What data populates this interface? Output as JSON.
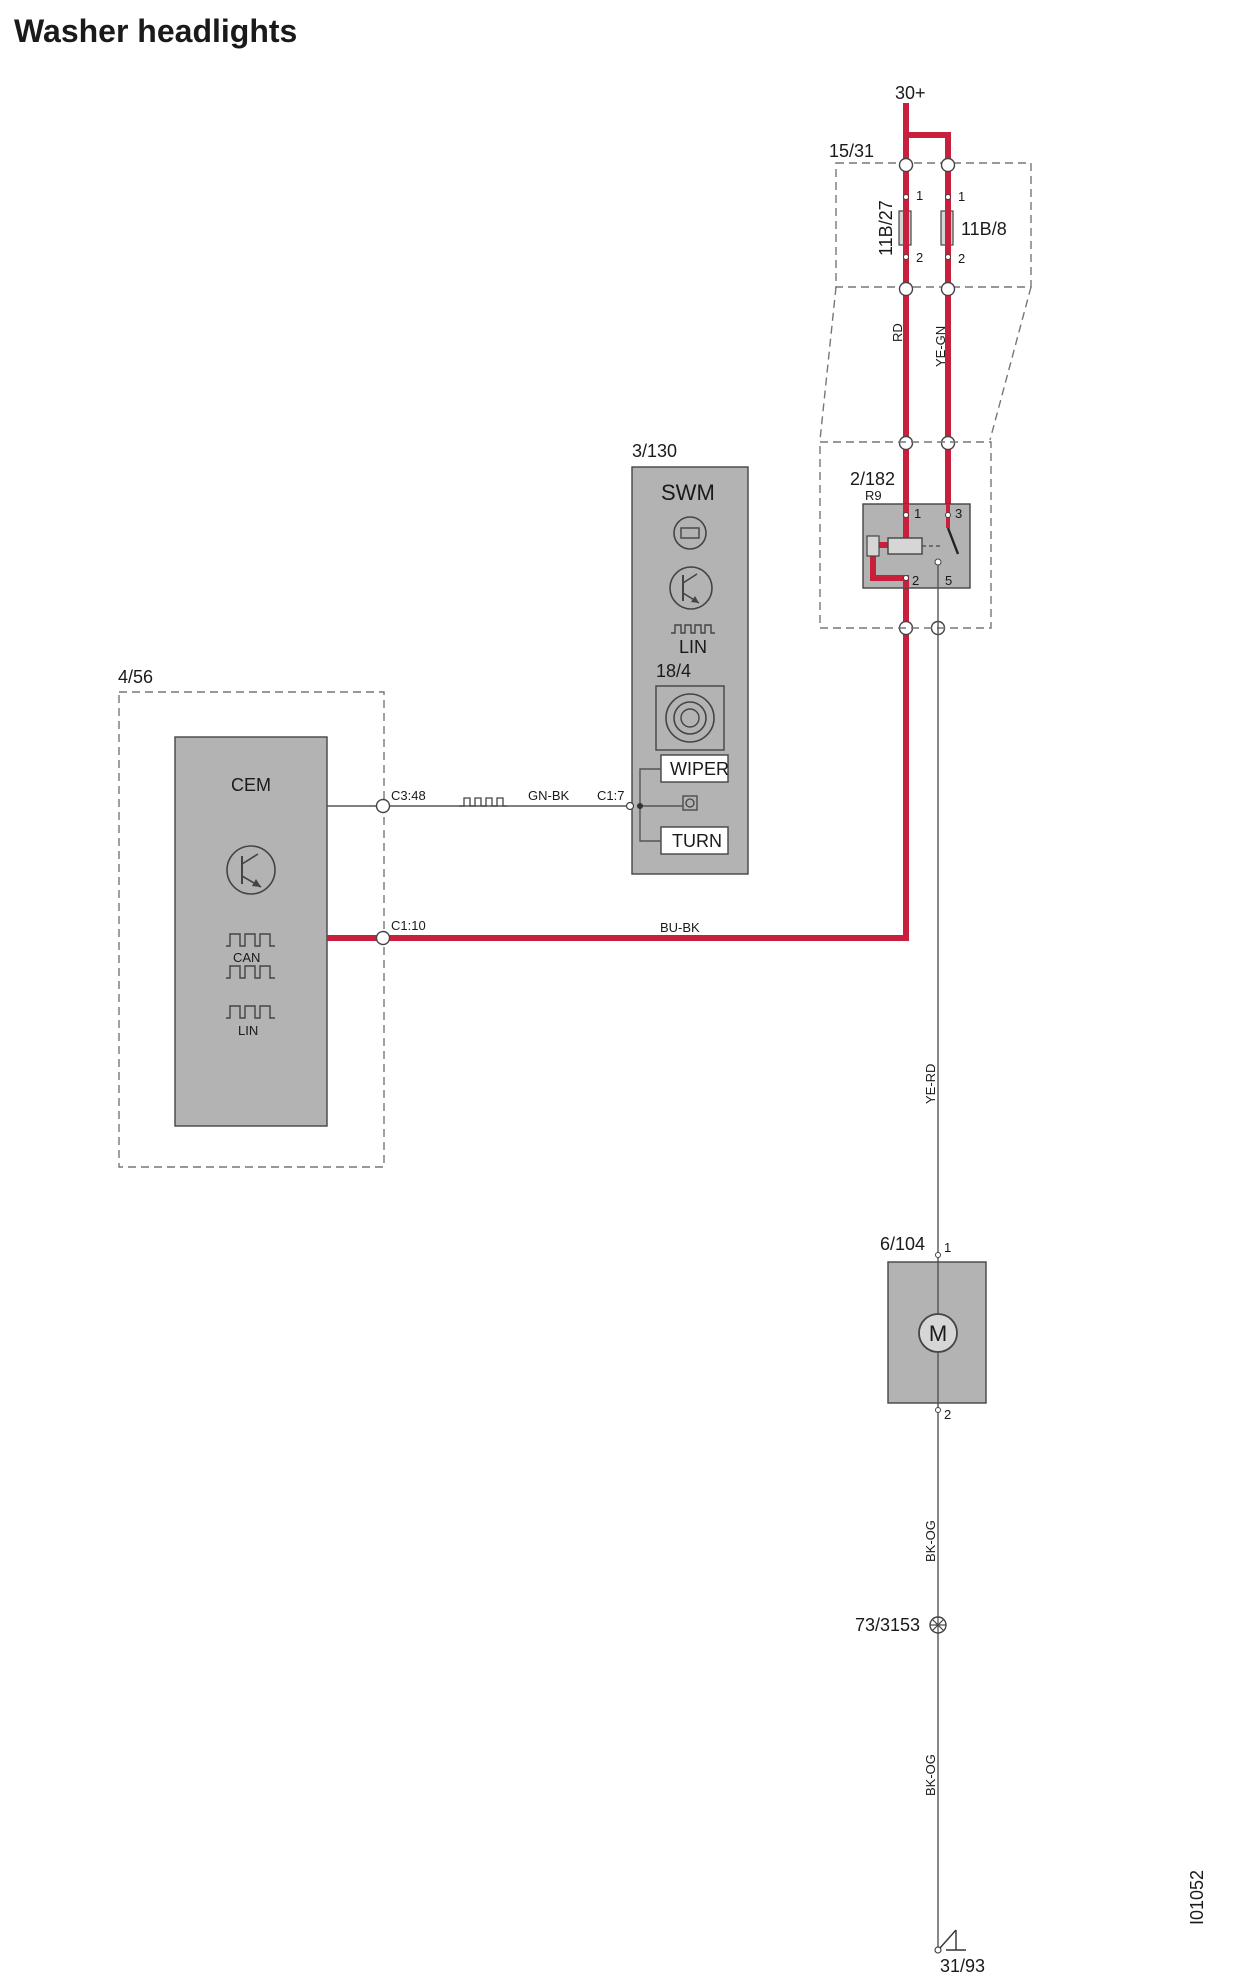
{
  "title": "Washer headlights",
  "doc_id": "I01052",
  "supply": "30+",
  "ground": "31/93",
  "components": {
    "fusebox": {
      "id": "15/31",
      "fuse_a": "11B/27",
      "fuse_b": "11B/8",
      "pin1": "1",
      "pin2": "2"
    },
    "relay": {
      "id": "2/182",
      "ref": "R9",
      "pin1": "1",
      "pin2": "2",
      "pin3": "3",
      "pin5": "5"
    },
    "swm": {
      "id": "3/130",
      "name": "SWM",
      "lin": "LIN",
      "sub_id": "18/4",
      "wiper": "WIPER",
      "turn": "TURN",
      "conn": "C1:7"
    },
    "cem": {
      "id": "4/56",
      "name": "CEM",
      "can": "CAN",
      "lin": "LIN",
      "conn_a": "C3:48",
      "conn_b": "C1:10"
    },
    "motor": {
      "id": "6/104",
      "symbol": "M",
      "pin1": "1",
      "pin2": "2"
    },
    "ground_point": {
      "id": "73/3153"
    }
  },
  "wires": {
    "rd": "RD",
    "ye_gn": "YE-GN",
    "gn_bk": "GN-BK",
    "bu_bk": "BU-BK",
    "ye_rd": "YE-RD",
    "bk_og_1": "BK-OG",
    "bk_og_2": "BK-OG"
  },
  "colors": {
    "power_wire": "#c8203c",
    "component_fill": "#b3b3b3"
  }
}
